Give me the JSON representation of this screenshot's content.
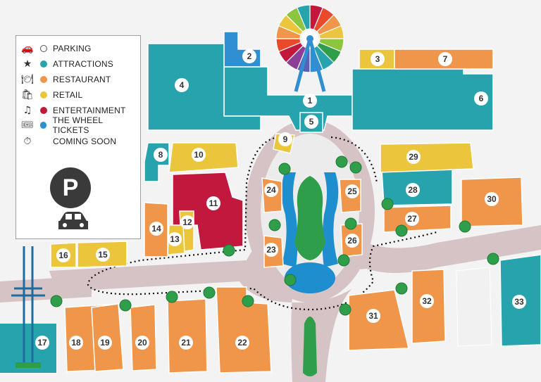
{
  "legend": {
    "items": [
      {
        "icon": "car-icon",
        "label": "PARKING",
        "dot_color": "#ffffff"
      },
      {
        "icon": "star-icon",
        "label": "ATTRACTIONS",
        "dot_color": "#26a3ac"
      },
      {
        "icon": "plate-icon",
        "label": "RESTAURANT",
        "dot_color": "#f0964a"
      },
      {
        "icon": "shopping-bag-icon",
        "label": "RETAIL",
        "dot_color": "#ebc53c"
      },
      {
        "icon": "music-note-icon",
        "label": "ENTERTAINMENT",
        "dot_color": "#c2183e"
      },
      {
        "icon": "ticket-icon",
        "label": "THE WHEEL TICKETS",
        "dot_color": "#2f8fd1"
      },
      {
        "icon": "stopwatch-icon",
        "label": "COMING SOON",
        "dot_color": ""
      }
    ],
    "parking_badge": "P"
  },
  "colors": {
    "attraction": "#26a3ac",
    "restaurant": "#f0964a",
    "retail": "#ebc53c",
    "entertainment": "#c2183e",
    "tickets": "#2f8fd1",
    "road": "#d6c3c6",
    "water": "#1e8ecf",
    "greenery": "#2e9e4a",
    "coming_soon": "#f1f1f1"
  },
  "buildings": [
    {
      "num": "1",
      "category": "attraction"
    },
    {
      "num": "2",
      "category": "tickets"
    },
    {
      "num": "3",
      "category": "retail"
    },
    {
      "num": "4",
      "category": "attraction"
    },
    {
      "num": "5",
      "category": "attraction"
    },
    {
      "num": "6",
      "category": "attraction"
    },
    {
      "num": "7",
      "category": "restaurant"
    },
    {
      "num": "8",
      "category": "attraction"
    },
    {
      "num": "9",
      "category": "retail"
    },
    {
      "num": "10",
      "category": "retail"
    },
    {
      "num": "11",
      "category": "entertainment"
    },
    {
      "num": "12",
      "category": "retail"
    },
    {
      "num": "13",
      "category": "retail"
    },
    {
      "num": "14",
      "category": "restaurant"
    },
    {
      "num": "15",
      "category": "retail"
    },
    {
      "num": "16",
      "category": "retail"
    },
    {
      "num": "17",
      "category": "attraction"
    },
    {
      "num": "18",
      "category": "restaurant"
    },
    {
      "num": "19",
      "category": "restaurant"
    },
    {
      "num": "20",
      "category": "restaurant"
    },
    {
      "num": "21",
      "category": "restaurant"
    },
    {
      "num": "22",
      "category": "restaurant"
    },
    {
      "num": "23",
      "category": "restaurant"
    },
    {
      "num": "24",
      "category": "restaurant"
    },
    {
      "num": "25",
      "category": "restaurant"
    },
    {
      "num": "26",
      "category": "restaurant"
    },
    {
      "num": "27",
      "category": "restaurant"
    },
    {
      "num": "28",
      "category": "attraction"
    },
    {
      "num": "29",
      "category": "retail"
    },
    {
      "num": "30",
      "category": "restaurant"
    },
    {
      "num": "31",
      "category": "restaurant"
    },
    {
      "num": "32",
      "category": "restaurant"
    },
    {
      "num": "33",
      "category": "attraction"
    }
  ]
}
